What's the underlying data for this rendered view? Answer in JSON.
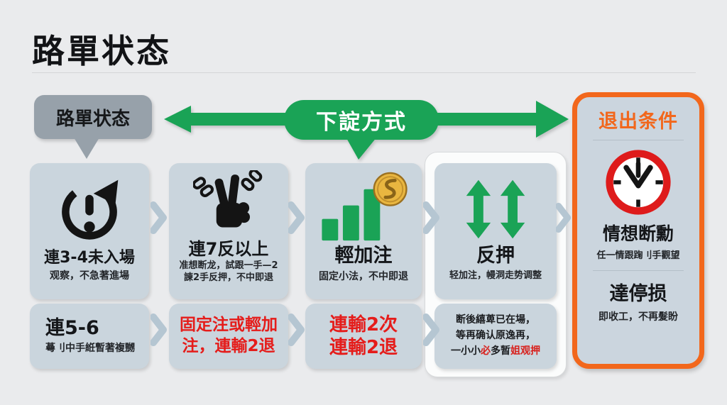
{
  "title": "路單状态",
  "header": {
    "status_bubble": "路單状态",
    "method_bubble": "下諚方式"
  },
  "row1": [
    {
      "icon": "alarm-exclamation-icon",
      "title": "連3-4未入場",
      "subtitle": "观察，不急著進場"
    },
    {
      "icon": "fist-broken-chain-icon",
      "title": "連7反以上",
      "lines": [
        "准想断龙，試跟一手—2",
        "諌2手反押，不中即退"
      ]
    },
    {
      "icon": "rising-bars-coin-icon",
      "title": "輕加注",
      "subtitle": "固定小法，不中即退"
    },
    {
      "icon": "up-down-arrows-icon",
      "title": "反押",
      "subtitle": "轻加注，幔洞走势调整"
    }
  ],
  "row2": [
    {
      "title": "連5-6",
      "subtitle": "蕚刂中手絍暫著複嬲"
    },
    {
      "lines": [
        "固定注或輕加",
        "注，連輸2退"
      ]
    },
    {
      "lines": [
        "連輸2次",
        "連輸2退"
      ]
    },
    {
      "lines": [
        "断後繥萆已在場，",
        "等再确认原逸再，"
      ],
      "line3_parts": [
        {
          "t": "一小小"
        },
        {
          "t": "必"
        },
        {
          "t": "多暂"
        },
        {
          "t": "姐观押"
        }
      ]
    }
  ],
  "exit": {
    "title": "退出条件",
    "sections": [
      {
        "icon": "alarm-clock-icon",
        "title": "情想断勳",
        "subtitle": "任一情跟踘刂手觀望"
      },
      {
        "title": "達停损",
        "subtitle": "即收工，不再髮盼"
      }
    ]
  },
  "colors": {
    "background": "#eaebed",
    "green": "#1aa356",
    "orange": "#f2671c",
    "red": "#e51c1a",
    "box_fill": "#cad5dd",
    "bubble_gray": "#97a1aa"
  }
}
